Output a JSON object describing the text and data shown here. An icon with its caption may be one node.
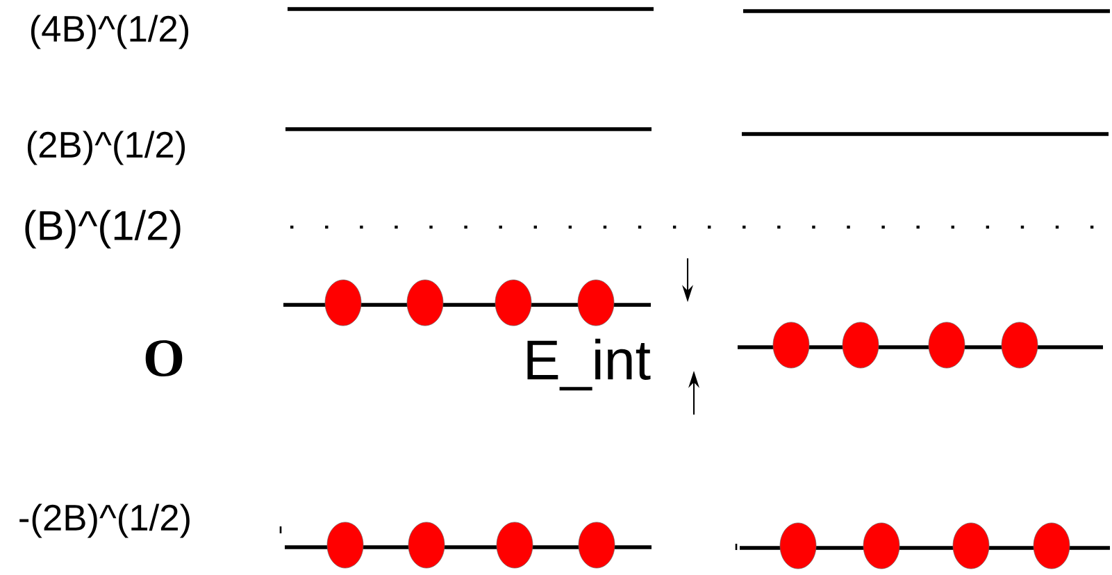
{
  "diagram": {
    "labels": [
      "(4B)^(1/2)",
      "(2B)^(1/2)",
      "(B)^(1/2)",
      "O",
      "E_int",
      "-(2B)^(1/2)"
    ]
  }
}
